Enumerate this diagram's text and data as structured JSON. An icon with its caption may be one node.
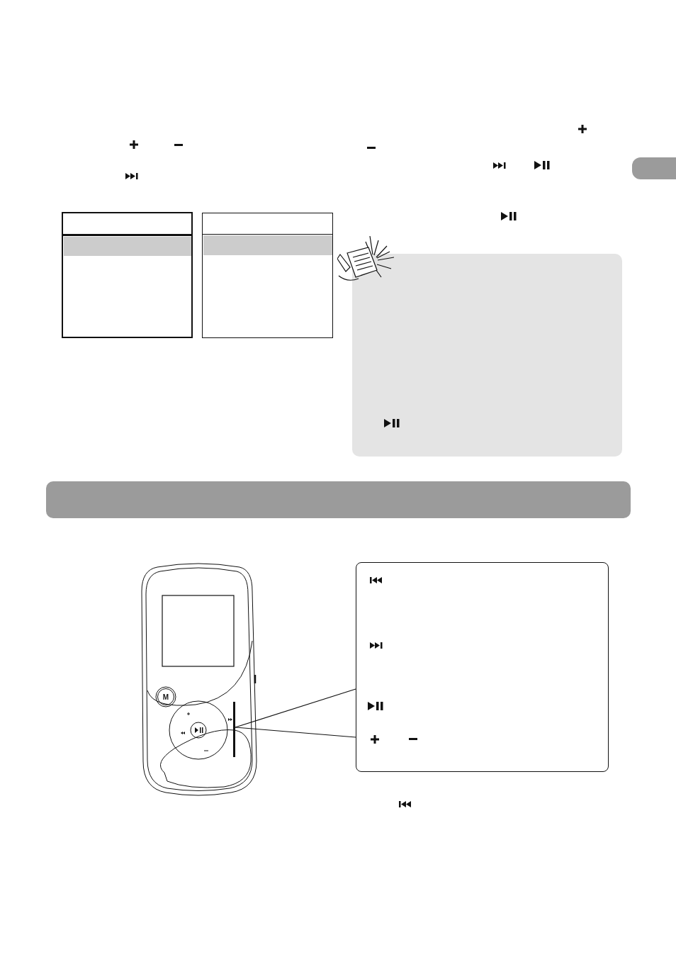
{
  "diagram": {
    "nodes": [
      {
        "text": [],
        "shape": "bar"
      },
      {
        "text": [],
        "shape": "box"
      },
      {
        "text": [],
        "shape": "bar"
      }
    ],
    "edges": [
      {
        "from": 1,
        "to": 2,
        "arrow": "none"
      },
      {
        "from": 1,
        "to": 2,
        "arrow": "none"
      }
    ],
    "labels": [
      "M"
    ]
  }
}
